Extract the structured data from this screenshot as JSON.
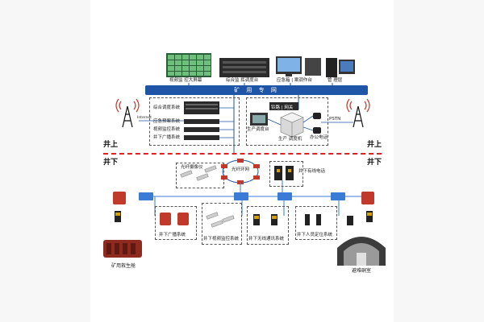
{
  "top": {
    "videowall_label": "视频监 控大屏幕",
    "dispatch_label": "综合监 挥调度台",
    "emergency_label": "应急箱 | 案调作台",
    "mgmt_label": "管 理层"
  },
  "bus_label": "矿 用 专 网",
  "left_box": {
    "s1": "综合调度系统",
    "s2": "应急预案系统",
    "s3": "视频监控系统",
    "s4": "井下广播系统",
    "internet": "Internet"
  },
  "right_box": {
    "gateway": "铃路 | 网关",
    "dispatcher": "生产 调度机",
    "console": "生产调度台",
    "office": "办公电话",
    "pstn": "PSTN"
  },
  "zones": {
    "up_left": "井上",
    "down_left": "井下",
    "up_right": "井上",
    "down_right": "井下"
  },
  "mid": {
    "ring": "光纤环网",
    "cam_conv": "光纤摄像仪",
    "wired": "井下有线电话"
  },
  "bottom": {
    "broadcast": "井下广播系统",
    "video": "井下视频监控系统",
    "wireless": "井下无线通讯系统",
    "positioning": "井下人员定位系统",
    "capsule": "矿用救生舱",
    "refuge": "避难硐室"
  },
  "colors": {
    "bus": "#1f55a6",
    "divider": "#d22222",
    "device_red": "#c0392b",
    "node_blue": "#3a7bd5"
  }
}
